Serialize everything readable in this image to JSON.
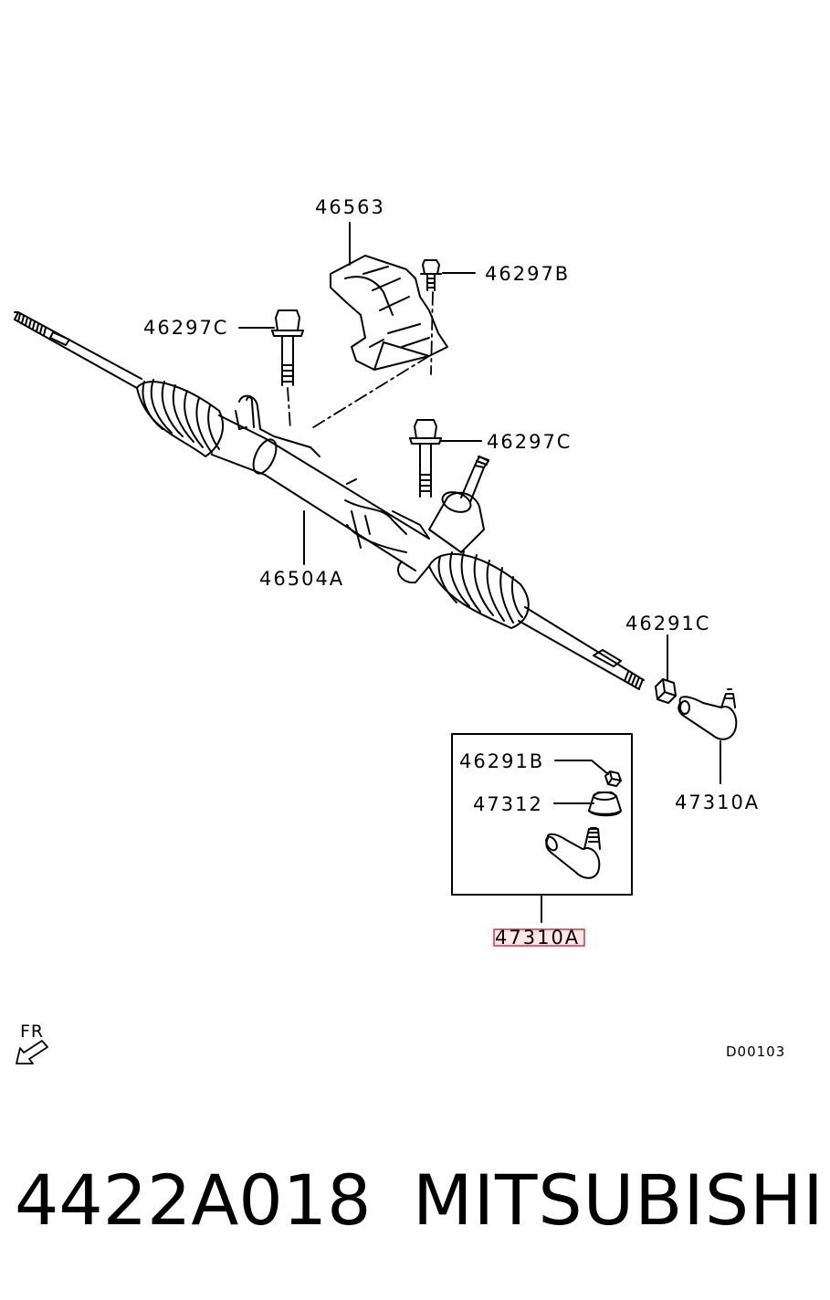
{
  "diagram": {
    "labels": {
      "bracket": "46563",
      "bolt_top_right": "46297B",
      "bolt_left": "46297C",
      "bolt_mid": "46297C",
      "gear_assy": "46504A",
      "nut_tie_rod": "46291C",
      "tie_rod_end": "47310A",
      "inset_nut": "46291B",
      "inset_boot": "47312",
      "inset_assy": "47310A"
    },
    "direction_label": "FR",
    "diagram_code": "D00103",
    "highlight_color": "#e0303a"
  },
  "footer": {
    "part_number": "4422A018",
    "brand": "MITSUBISHI"
  }
}
